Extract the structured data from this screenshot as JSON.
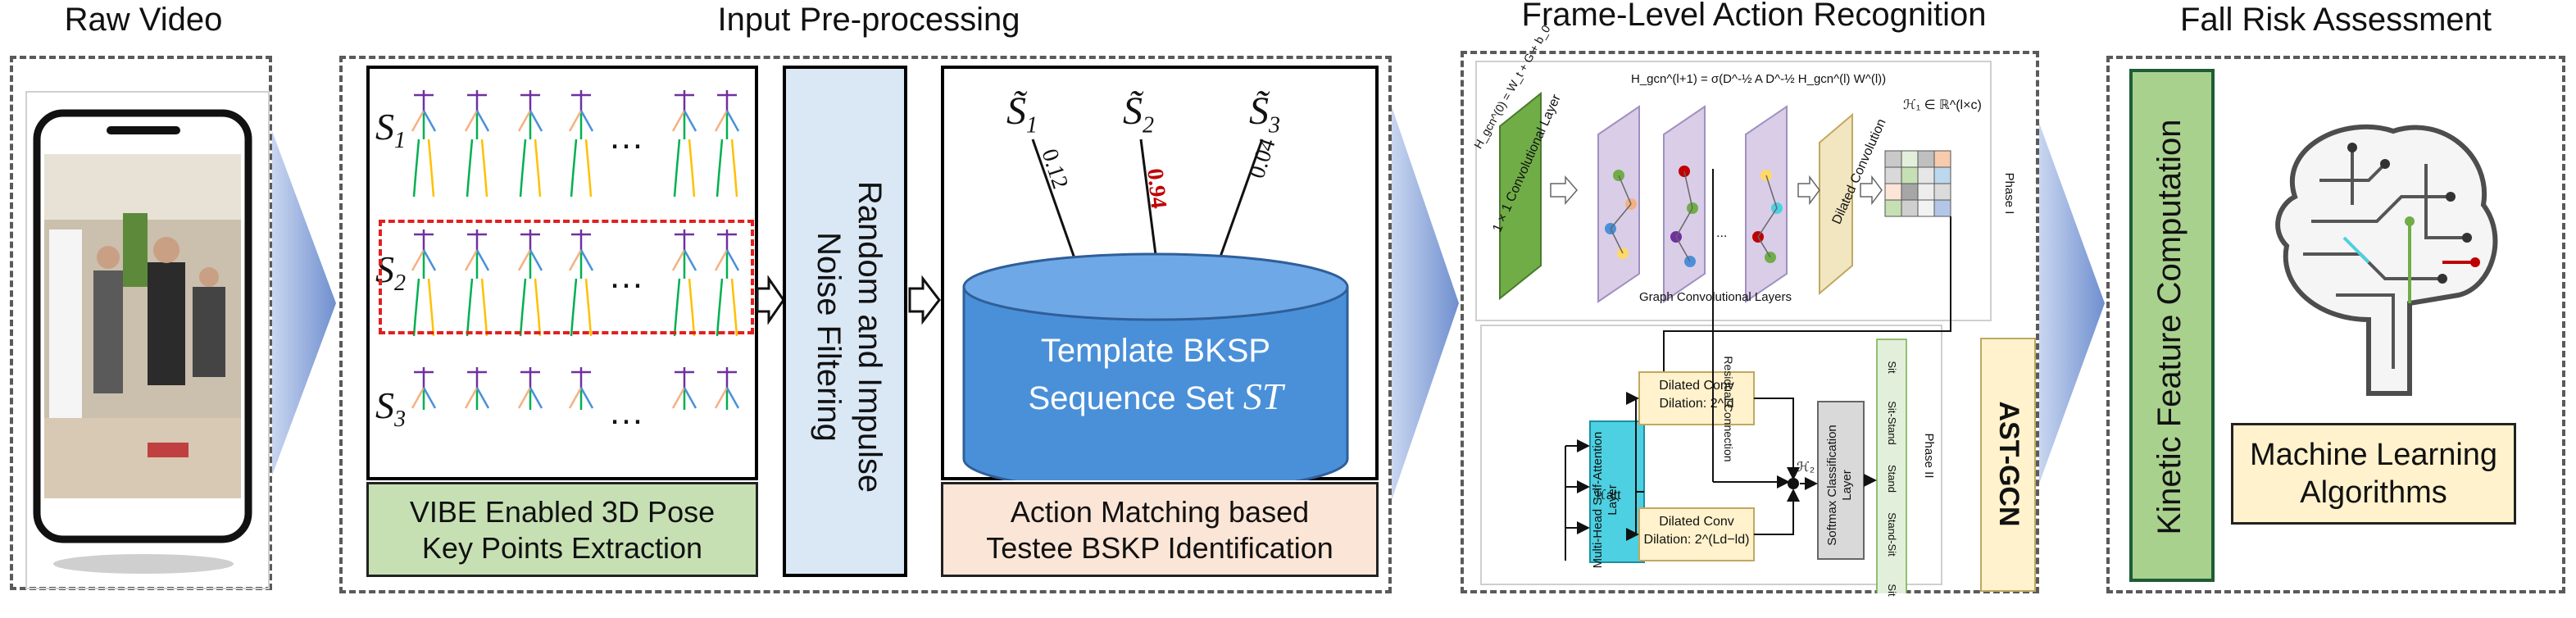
{
  "headers": {
    "raw_video": "Raw Video",
    "input_preprocessing": "Input Pre-processing",
    "frame_level": "Frame-Level Action Recognition",
    "fall_risk": "Fall Risk Assessment"
  },
  "preprocess": {
    "rows": [
      "S",
      "S",
      "S"
    ],
    "row_subscripts": [
      "1",
      "2",
      "3"
    ],
    "ellipsis": "…",
    "vibe_caption_line1": "VIBE  Enabled 3D Pose",
    "vibe_caption_line2": "Key Points Extraction",
    "noise_filter_line1": "Random and Impulse",
    "noise_filter_line2": "Noise Filtering",
    "templates": [
      "S̃",
      "S̃",
      "S̃"
    ],
    "template_subscripts": [
      "1",
      "2",
      "3"
    ],
    "scores": [
      "0.12",
      "0.94",
      "0.04"
    ],
    "score_colors": [
      "#111111",
      "#c00000",
      "#111111"
    ],
    "db_line1": "Template BKSP",
    "db_line2": "Sequence Set ",
    "db_math": "ST",
    "match_caption_line1": "Action Matching based",
    "match_caption_line2": "Testee BSKP Identification"
  },
  "gcn": {
    "formula_top": "H_gcn^(l+1) = σ(D^-½ A D^-½ H_gcn^(l) W^(l))",
    "formula_left": "H_gcn^(0) = W_t + G + b_0",
    "conv_layer": "1 × 1 Convolutional Layer",
    "dilated_conv": "Dilated Convolution",
    "h1": "ℋ₁ ∈ ℝ^(l×c)",
    "graph_layers": "Graph Convolutional Layers",
    "phase1": "Phase I",
    "phase2": "Phase II",
    "dots": "...",
    "residual": "Residual Connection",
    "attention": "Multi-Head Self-Attention Layer",
    "h_att": "ℋatt",
    "dil_top_line1": "Dilated Conv",
    "dil_top_line2": "Dilation: 2^ld",
    "dil_bot_line1": "Dilated Conv",
    "dil_bot_line2": "Dilation: 2^(Ld−ld)",
    "h2": "ℋ₂",
    "softmax": "Softmax Classification Layer",
    "out_labels": [
      "Sit",
      "Sit-Stand",
      "Stand",
      "Stand-Sit",
      "Sit"
    ],
    "model_name": "AST-GCN"
  },
  "fall": {
    "kinetic": "Kinetic Feature Computation",
    "ml_line1": "Machine Learning",
    "ml_line2": "Algorithms"
  },
  "colors": {
    "vibe_caption_bg": "#c6e0b4",
    "match_caption_bg": "#fbe5d6",
    "noise_bg": "#dae8f6",
    "db_fill": "#4a90d9",
    "kinetic_bg": "#a9d18e",
    "ml_bg": "#fff2cc",
    "arrow_fill": "#8fa8d8",
    "astgcn_bg": "#fff2cc",
    "conv_green": "#70ad47",
    "gcn_purple": "#d9cde8",
    "dilated_tan": "#f2e6c0",
    "attention_cyan": "#4dd0e1",
    "softmax_gray": "#d9d9d9"
  }
}
